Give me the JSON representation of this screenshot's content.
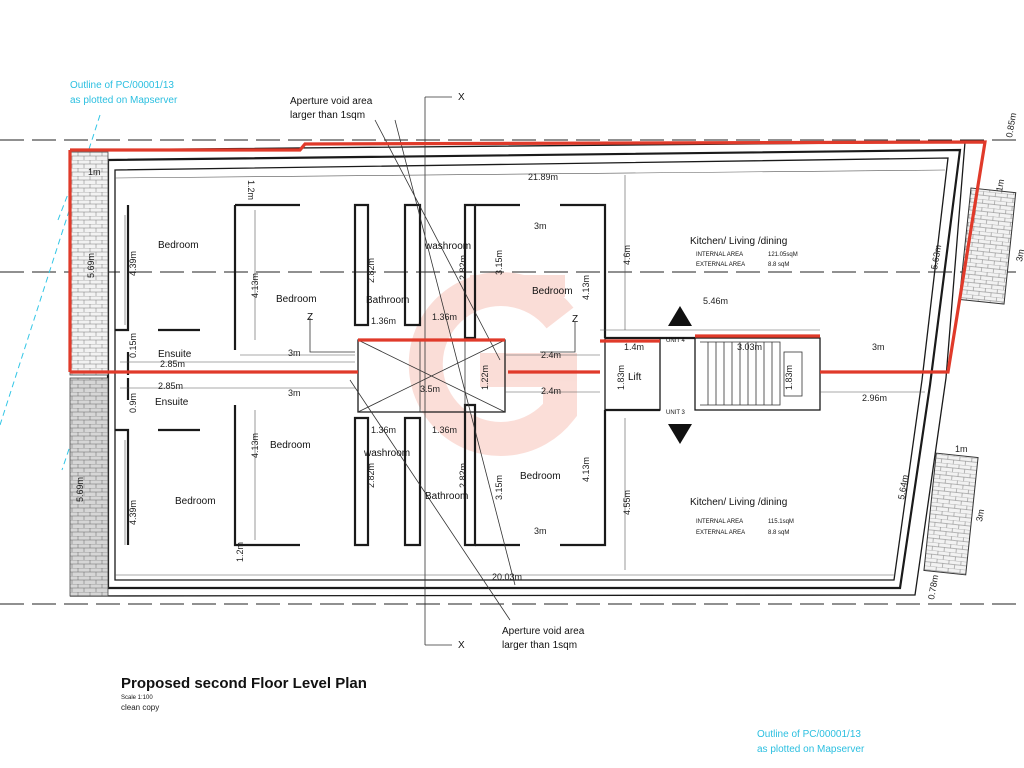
{
  "title": "Proposed second Floor Level Plan",
  "scale": "Scale 1:100",
  "copy_note": "clean copy",
  "outline_note": {
    "line1": "Outline of PC/00001/13",
    "line2": "as plotted on Mapserver"
  },
  "aperture_note": {
    "line1": "Aperture void area",
    "line2": "larger than 1sqm"
  },
  "section_markers": {
    "x": "X",
    "z": "Z"
  },
  "units": {
    "unit4": "UNIT 4",
    "unit3": "UNIT 3"
  },
  "rooms": {
    "bedroom": "Bedroom",
    "ensuite": "Ensuite",
    "bathroom": "Bathroom",
    "washroom": "washroom",
    "lift": "Lift",
    "kitchen": "Kitchen/ Living /dining"
  },
  "areas": {
    "internal_label": "INTERNAL AREA",
    "external_label": "EXTERNAL AREA",
    "unit4_internal": "121.05sqM",
    "unit4_external": "8.8 sqM",
    "unit3_internal": "115.1sqM",
    "unit3_external": "8.8 sqM"
  },
  "dimensions": {
    "d21_89": "21.89m",
    "d20_03": "20.03m",
    "d0_85": "0.85m",
    "d1m": "1m",
    "d1_2": "1.2m",
    "d4_39": "4.39m",
    "d5_69": "5.69m",
    "d0_15": "0.15m",
    "d0_9": "0.9m",
    "d2_85": "2.85m",
    "d4_13": "4.13m",
    "d3m": "3m",
    "d2_82": "2.82m",
    "d1_36": "1.36m",
    "d3_5": "3.5m",
    "d1_22": "1.22m",
    "d3_15": "3.15m",
    "d2_4": "2.4m",
    "d4_6": "4.6m",
    "d4_55": "4.55m",
    "d5_46": "5.46m",
    "d1_4": "1.4m",
    "d1_83": "1.83m",
    "d3_03": "3.03m",
    "d2_96": "2.96m",
    "d5_63": "5.63m",
    "d5_64": "5.64m",
    "d0_78": "0.78m"
  },
  "colors": {
    "site_outline": "#e03a2a",
    "mapserver_outline": "#33c6e6",
    "watermark": "#f7c2b8"
  }
}
